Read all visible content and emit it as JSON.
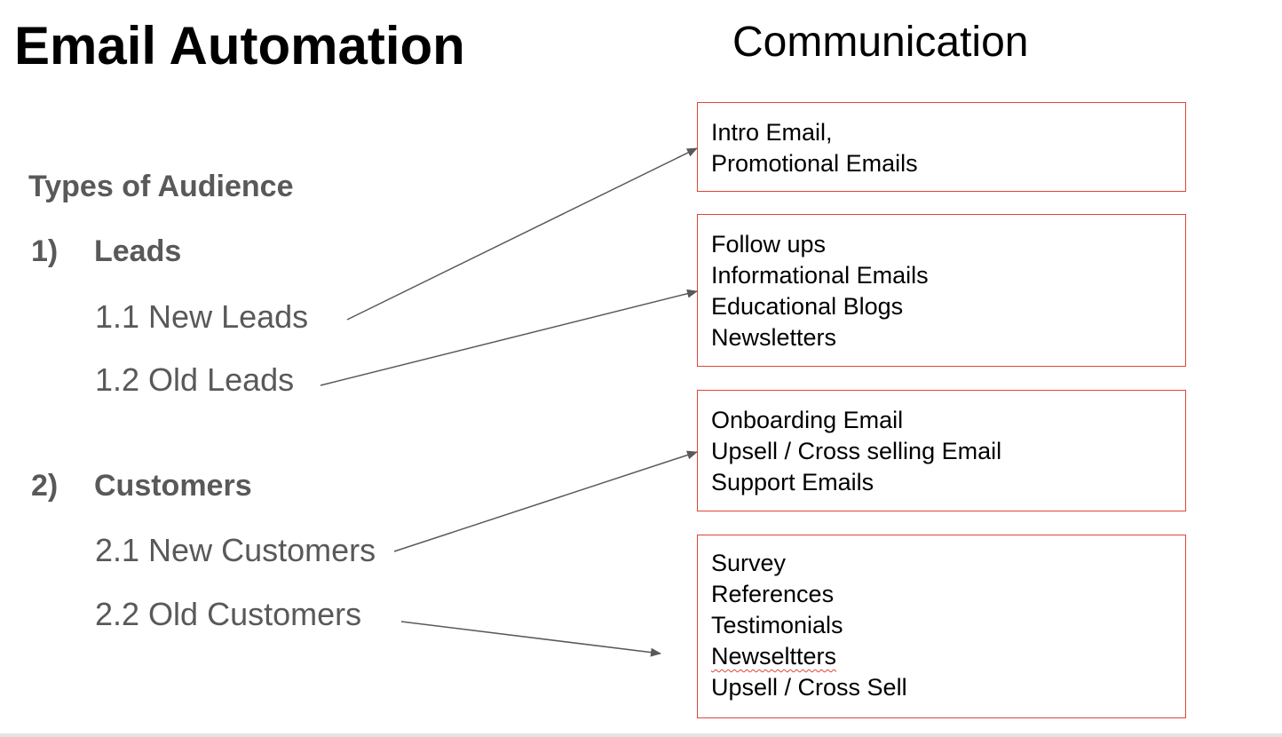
{
  "title": "Email Automation",
  "communication_title": "Communication",
  "audience": {
    "heading": "Types of Audience",
    "groups": [
      {
        "number": "1)",
        "label": "Leads",
        "items": [
          "1.1 New Leads",
          "1.2 Old Leads"
        ]
      },
      {
        "number": "2)",
        "label": "Customers",
        "items": [
          "2.1 New Customers",
          "2.2 Old Customers"
        ]
      }
    ]
  },
  "communication_boxes": [
    {
      "lines": [
        "Intro Email,",
        "Promotional Emails"
      ]
    },
    {
      "lines": [
        "Follow ups",
        "Informational Emails",
        "Educational Blogs",
        "Newsletters"
      ]
    },
    {
      "lines": [
        "Onboarding Email",
        "Upsell / Cross selling Email",
        "Support Emails"
      ]
    },
    {
      "lines": [
        "Survey",
        "References",
        "Testimonials",
        "Newseltters",
        "Upsell / Cross Sell"
      ]
    }
  ],
  "colors": {
    "box_border": "#e0443a",
    "audience_text": "#595959",
    "arrow": "#595959"
  }
}
